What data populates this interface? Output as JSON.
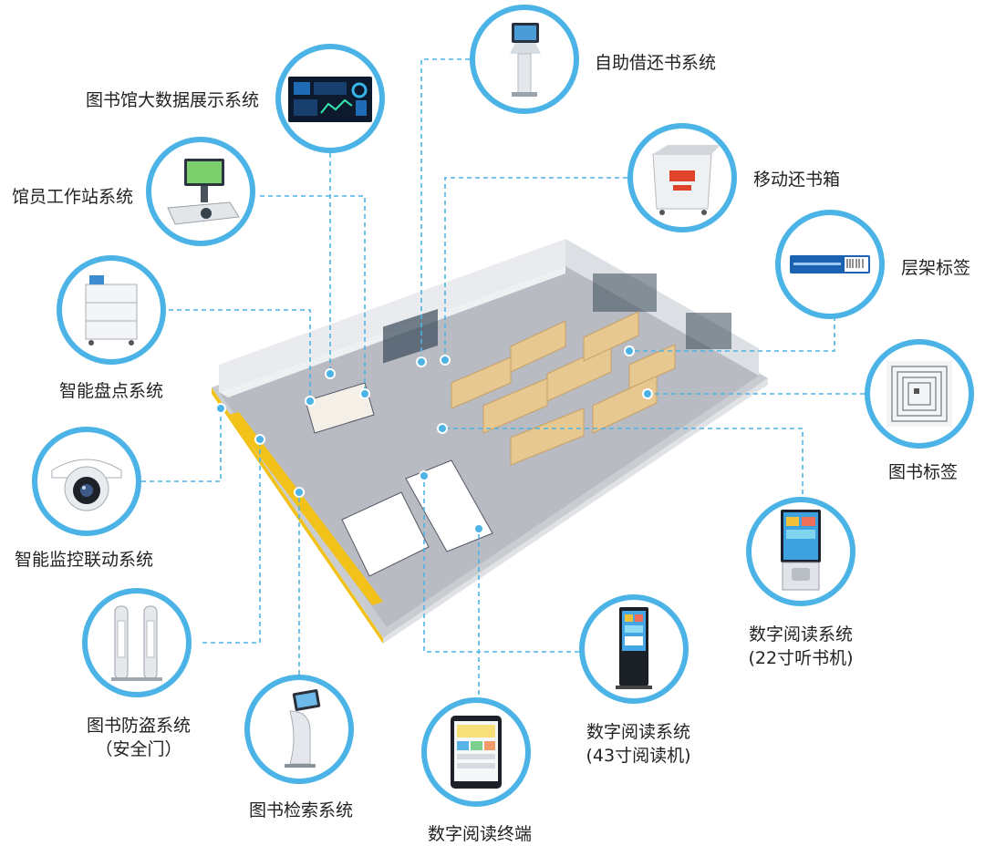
{
  "colors": {
    "ring": "#4bb3e6",
    "dash": "#4bb3e6",
    "floor": "#b8bcc2",
    "shelf": "#e8c891"
  },
  "nodes": [
    {
      "id": "self-service",
      "label": "自助借还书系统",
      "sub": "",
      "icon": "kiosk-icon"
    },
    {
      "id": "bigdata",
      "label": "图书馆大数据展示系统",
      "sub": "",
      "icon": "dashboard-screen-icon"
    },
    {
      "id": "return-box",
      "label": "移动还书箱",
      "sub": "",
      "icon": "return-box-icon"
    },
    {
      "id": "workstation",
      "label": "馆员工作站系统",
      "sub": "",
      "icon": "workstation-icon"
    },
    {
      "id": "shelf-tag",
      "label": "层架标签",
      "sub": "",
      "icon": "shelf-label-icon"
    },
    {
      "id": "inventory",
      "label": "智能盘点系统",
      "sub": "",
      "icon": "inventory-cart-icon"
    },
    {
      "id": "book-tag",
      "label": "图书标签",
      "sub": "",
      "icon": "rfid-tag-icon"
    },
    {
      "id": "monitor",
      "label": "智能监控联动系统",
      "sub": "",
      "icon": "camera-icon"
    },
    {
      "id": "reader-22",
      "label": "数字阅读系统",
      "sub": "(22寸听书机)",
      "icon": "audio-reader-icon"
    },
    {
      "id": "gate",
      "label": "图书防盗系统",
      "sub": "（安全门）",
      "icon": "security-gate-icon"
    },
    {
      "id": "reader-43",
      "label": "数字阅读系统",
      "sub": "(43寸阅读机)",
      "icon": "standing-reader-icon"
    },
    {
      "id": "search",
      "label": "图书检索系统",
      "sub": "",
      "icon": "search-kiosk-icon"
    },
    {
      "id": "terminal",
      "label": "数字阅读终端",
      "sub": "",
      "icon": "tablet-icon"
    }
  ]
}
